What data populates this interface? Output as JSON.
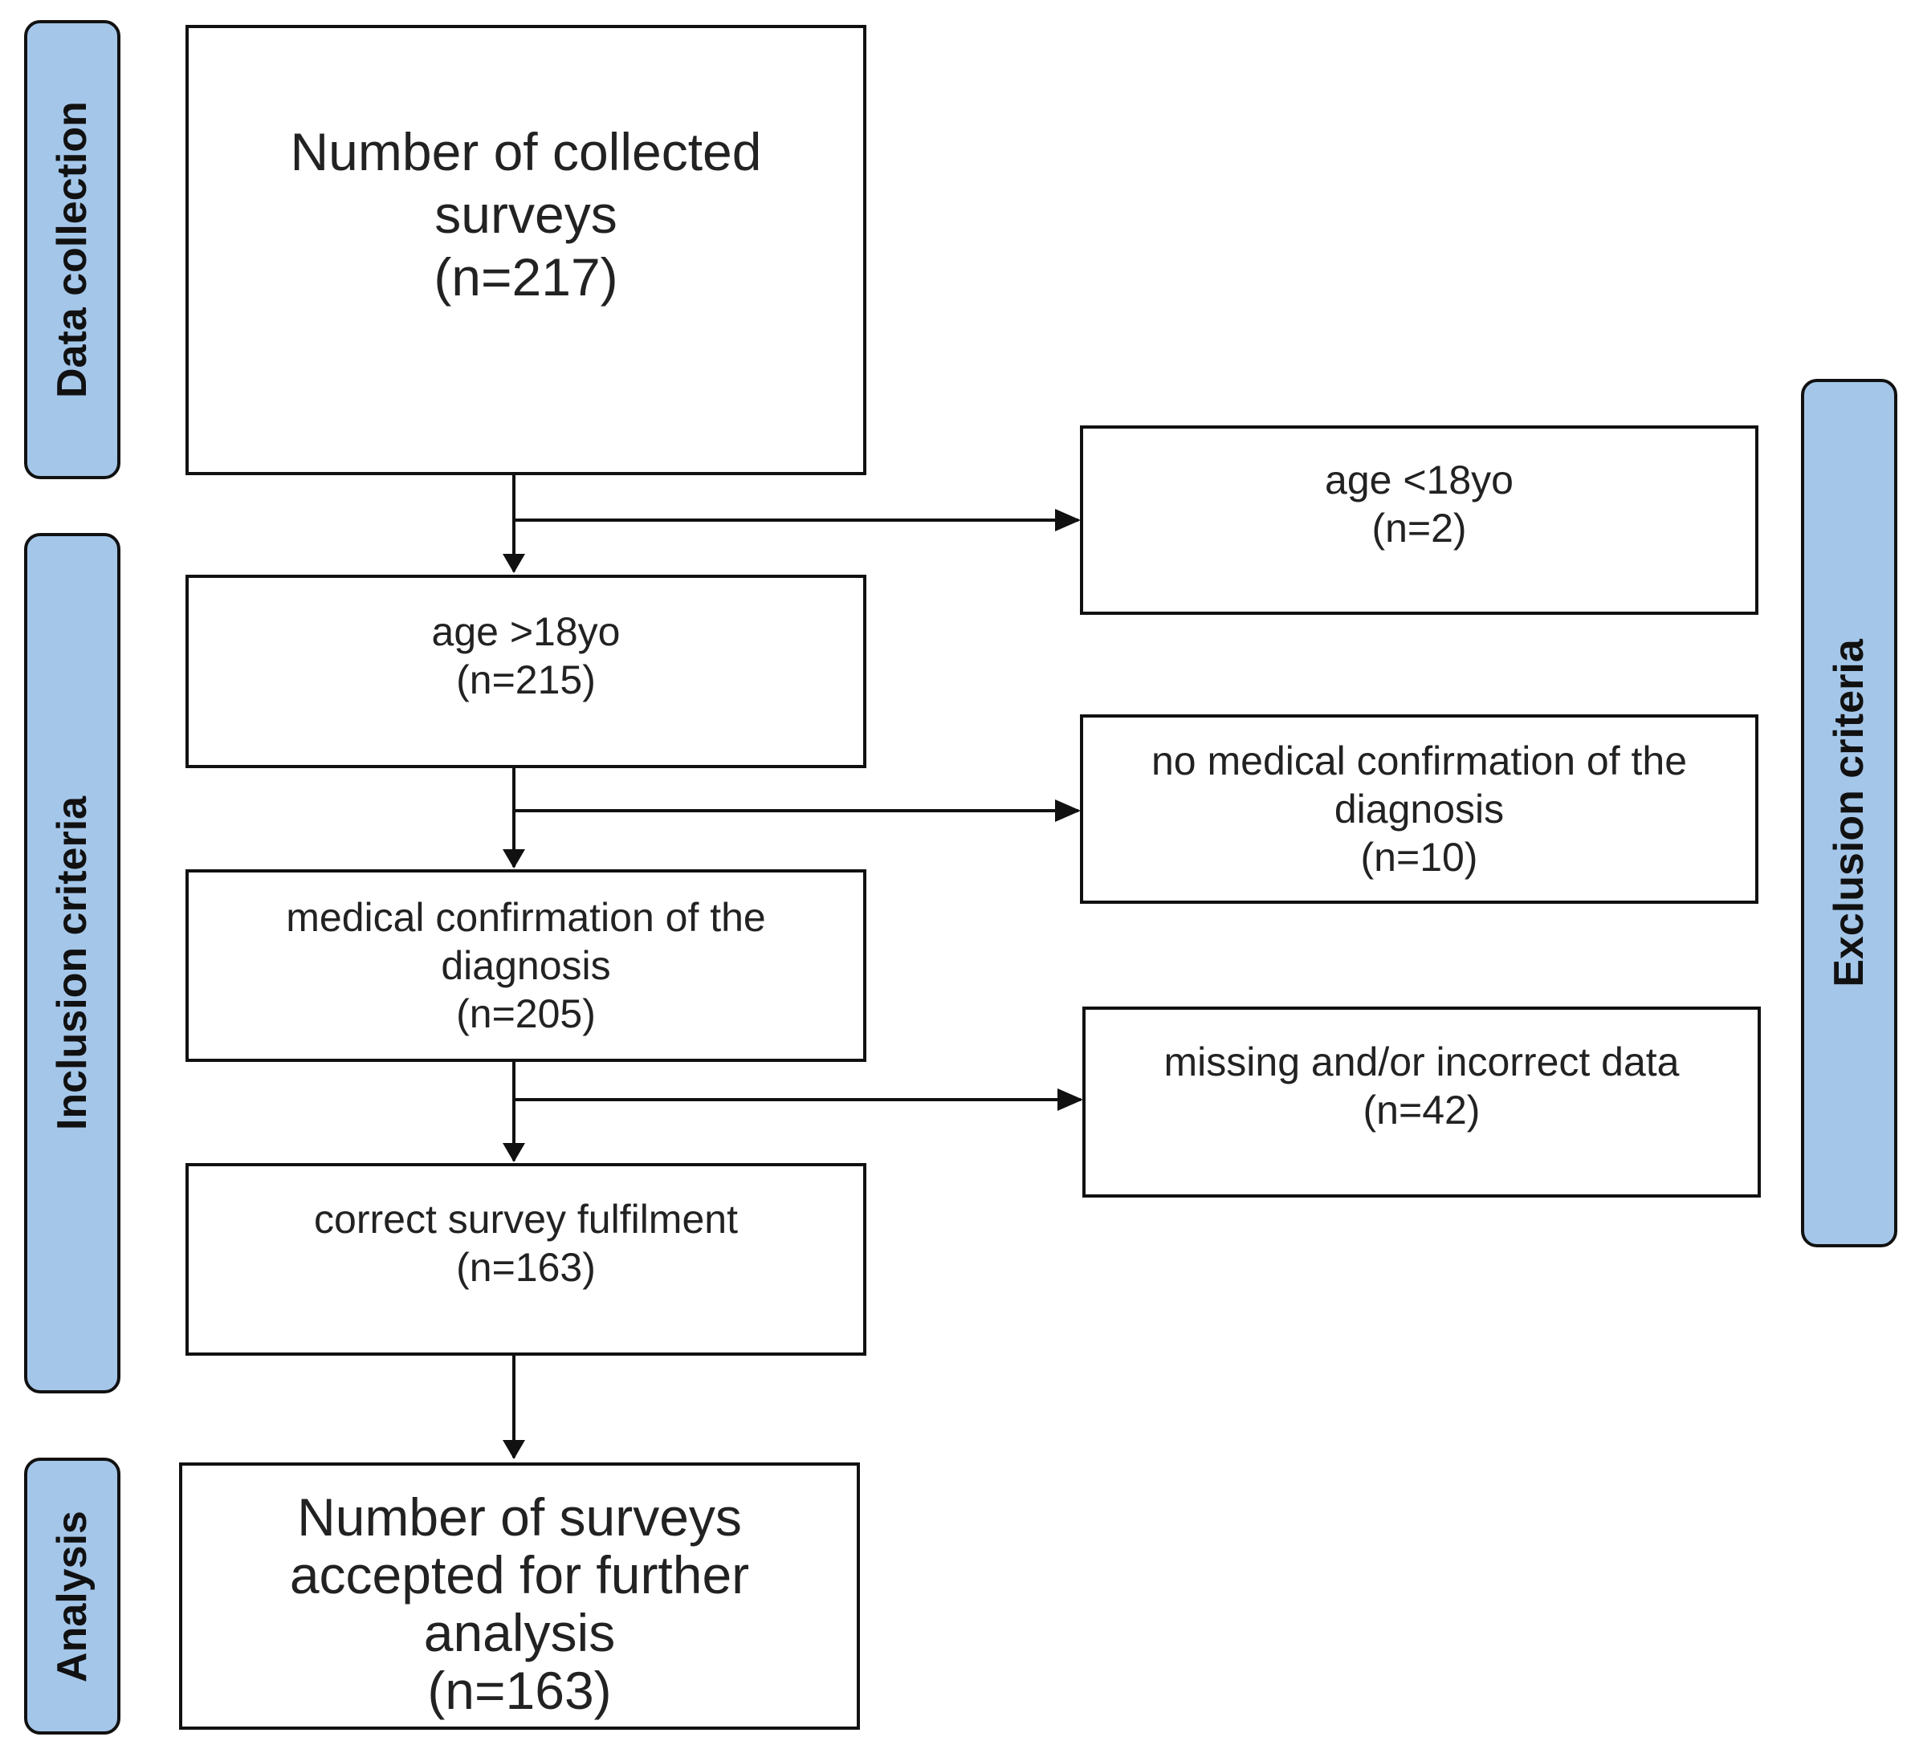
{
  "phases": {
    "data_collection": "Data collection",
    "inclusion_criteria": "Inclusion criteria",
    "analysis": "Analysis",
    "exclusion_criteria": "Exclusion criteria"
  },
  "flow": {
    "collected": {
      "line1": "Number of collected",
      "line2": "surveys",
      "count": "(n=217)"
    },
    "age_over": {
      "line1": "age >18yo",
      "count": "(n=215)"
    },
    "medical": {
      "line1": "medical confirmation of the",
      "line2": "diagnosis",
      "count": "(n=205)"
    },
    "correct": {
      "line1": "correct survey fulfilment",
      "count": "(n=163)"
    },
    "accepted": {
      "line1": "Number of surveys",
      "line2": "accepted for further",
      "line3": "analysis",
      "count": "(n=163)"
    }
  },
  "excluded": {
    "age_under": {
      "line1": "age <18yo",
      "count": "(n=2)"
    },
    "no_medical": {
      "line1": "no medical confirmation of the",
      "line2": "diagnosis",
      "count": "(n=10)"
    },
    "missing": {
      "line1": "missing and/or incorrect data",
      "count": "(n=42)"
    }
  },
  "colors": {
    "phase_fill": "#a4c6e9",
    "stroke": "#111111"
  }
}
